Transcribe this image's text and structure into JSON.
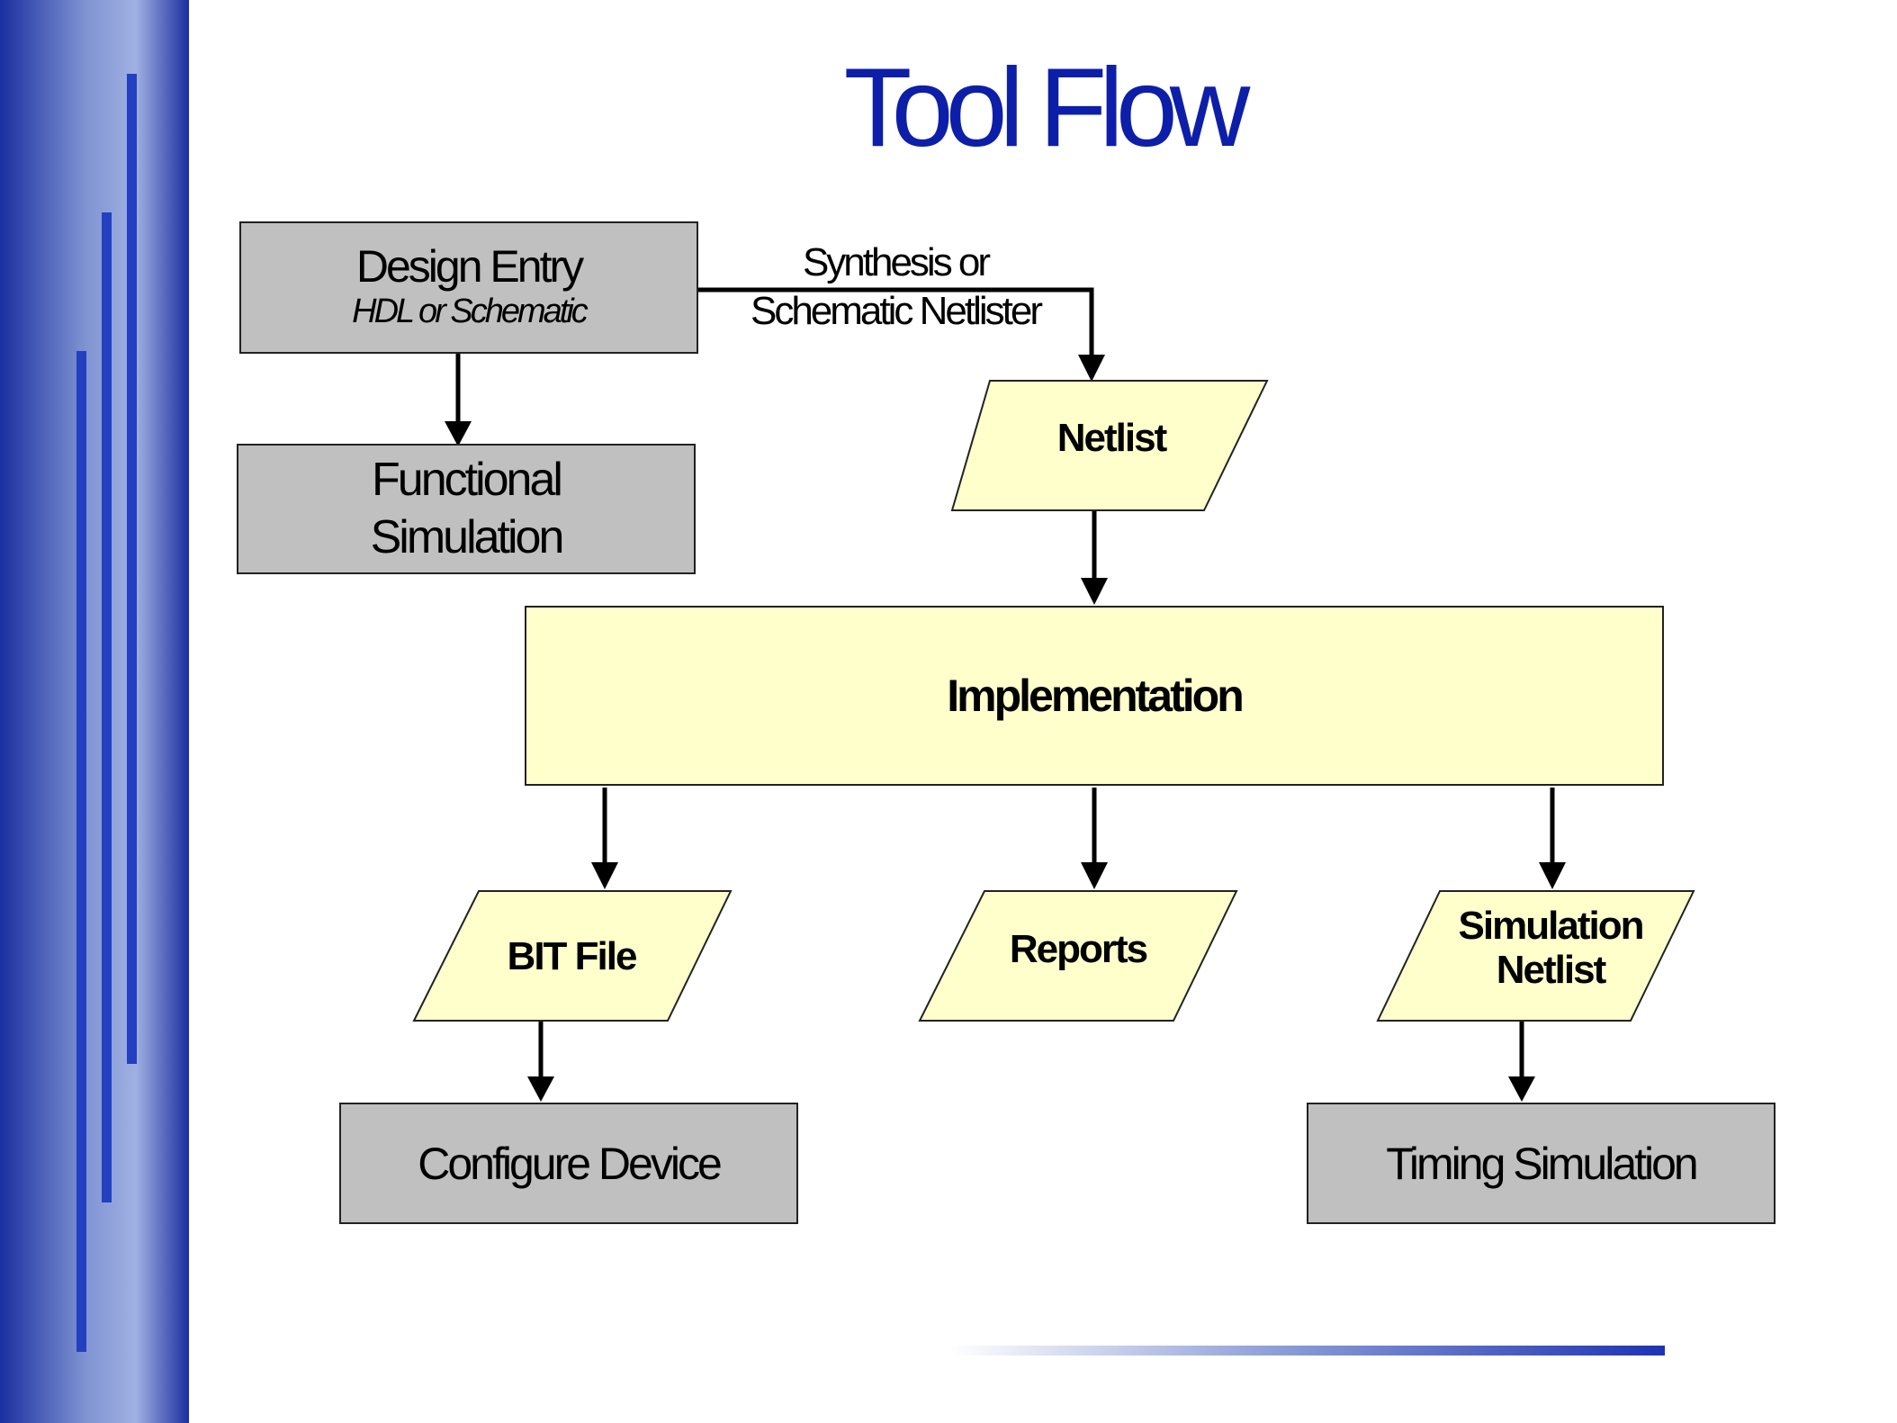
{
  "title": "Tool Flow",
  "colors": {
    "title": "#0d1fa8",
    "process_box": "#c0c0c0",
    "data_box": "#ffffcc",
    "sidebar_dark": "#1a2fa0",
    "sidebar_light": "#9fb0e2"
  },
  "nodes": {
    "design_entry": {
      "title": "Design Entry",
      "subtitle": "HDL or Schematic"
    },
    "functional_simulation": {
      "line1": "Functional",
      "line2": "Simulation"
    },
    "netlist": {
      "label": "Netlist"
    },
    "implementation": {
      "label": "Implementation"
    },
    "bit_file": {
      "label": "BIT File"
    },
    "reports": {
      "label": "Reports"
    },
    "simulation_netlist": {
      "line1": "Simulation",
      "line2": "Netlist"
    },
    "configure_device": {
      "label": "Configure Device"
    },
    "timing_simulation": {
      "label": "Timing Simulation"
    }
  },
  "edges": {
    "synthesis_label": {
      "line1": "Synthesis or",
      "line2": "Schematic Netlister"
    }
  }
}
